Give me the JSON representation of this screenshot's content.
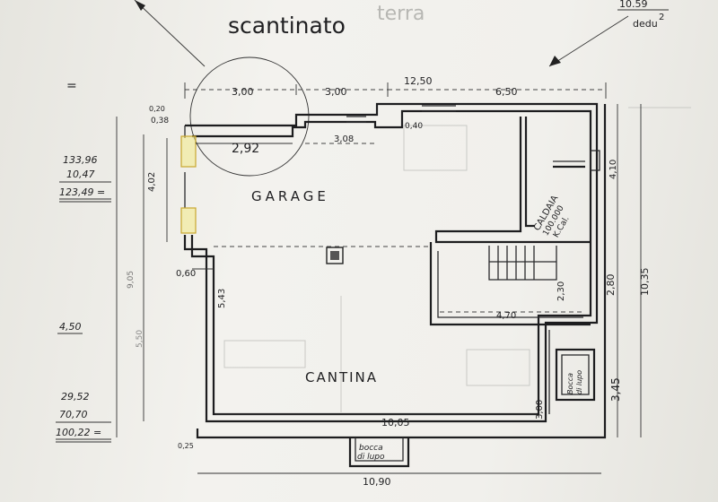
{
  "title": "scantinato",
  "corner_note": {
    "line1": "10.59",
    "line2": "dedu",
    "fraction": "2"
  },
  "rooms": {
    "garage": "GARAGE",
    "cantina": "CANTINA",
    "caldaia_line1": "CALDAIA",
    "caldaia_line2": "100.000",
    "caldaia_line3": "K.Cal.",
    "bocca_lupo_bottom_1": "bocca",
    "bocca_lupo_bottom_2": "di lupo",
    "bocca_lupo_right_1": "Bocca",
    "bocca_lupo_right_2": "di lupo"
  },
  "dimensions": {
    "top_300_a": "3,00",
    "top_300_b": "3,00",
    "top_1250": "12,50",
    "top_650": "6,50",
    "d_292": "2,92",
    "d_308": "3,08",
    "d_040": "0,40",
    "d_020": "0,20",
    "d_038": "0,38",
    "left_402": "4,02",
    "d_060": "0,60",
    "d_543": "5,43",
    "left_905": "9,05",
    "left_550": "5,50",
    "right_410": "4,10",
    "right_280": "2,80",
    "right_230": "2,30",
    "mid_470": "4,70",
    "right_1035": "10,35",
    "right_345": "3,45",
    "d_300": "3,00",
    "bottom_1005": "10,05",
    "bottom_1090": "10,90",
    "d_025": "0,25"
  },
  "calcs": {
    "eq_mark": "=",
    "a1": "133,96",
    "a2": "10,47",
    "a3": "123,49 =",
    "b1": "4,50",
    "c1": "29,52",
    "c2": "70,70",
    "c3": "100,22 ="
  }
}
